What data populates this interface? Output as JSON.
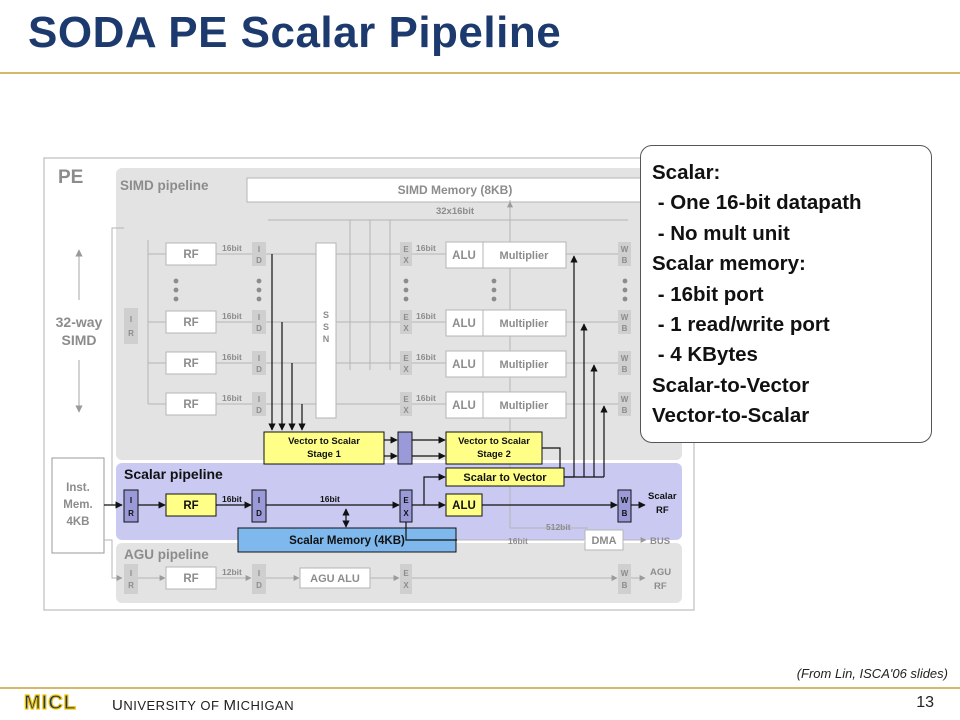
{
  "slide": {
    "title": "SODA PE Scalar Pipeline",
    "source_note": "(From Lin, ISCA'06 slides)",
    "page_number": "13",
    "university": {
      "u": "U",
      "niversity": "NIVERSITY OF ",
      "m": "M",
      "ichigan": "ICHIGAN"
    },
    "logo_text": "MICL"
  },
  "colors": {
    "title": "#1c3a6e",
    "rule": "#d6b86a",
    "gray_region": "#e3e3e3",
    "scalar_region": "#c9c9f2",
    "yellow_block": "#ffff88",
    "memory_block": "#7fb8ec",
    "logo_blue": "#1c3a6e",
    "logo_maize": "#f2c200"
  },
  "diagram": {
    "pe_label": "PE",
    "simd_way_label": [
      "32-way",
      "SIMD"
    ],
    "inst_mem_label": [
      "Inst.",
      "Mem.",
      "4KB"
    ],
    "simd": {
      "title": "SIMD pipeline",
      "memory": "SIMD Memory (8KB)",
      "bus_width": "32x16bit",
      "rf": "RF",
      "width": "16bit",
      "ir": [
        "I",
        "R"
      ],
      "id": [
        "I",
        "D"
      ],
      "ex": [
        "E",
        "X"
      ],
      "wb": [
        "W",
        "B"
      ],
      "ssn": [
        "S",
        "S",
        "N"
      ],
      "alu": "ALU",
      "multiplier": "Multiplier",
      "v2s_stage1": [
        "Vector to Scalar",
        "Stage 1"
      ],
      "v2s_stage2": [
        "Vector to Scalar",
        "Stage 2"
      ]
    },
    "scalar": {
      "title": "Scalar pipeline",
      "rf": "RF",
      "width_id": "16bit",
      "width_ex": "16bit",
      "s2v": "Scalar to Vector",
      "alu": "ALU",
      "memory": "Scalar Memory (4KB)",
      "rf_label": [
        "Scalar",
        "RF"
      ],
      "dma": "DMA",
      "bus": "BUS",
      "dma_width": "512bit",
      "bus_width": "16bit"
    },
    "agu": {
      "title": "AGU pipeline",
      "rf": "RF",
      "width": "12bit",
      "alu": "AGU ALU",
      "rf_label": [
        "AGU",
        "RF"
      ]
    }
  },
  "callout": {
    "lines": [
      "Scalar:",
      " - One 16-bit datapath",
      " - No mult unit",
      "Scalar memory:",
      " - 16bit port",
      " - 1 read/write port",
      " - 4 KBytes",
      "Scalar-to-Vector",
      "Vector-to-Scalar"
    ]
  }
}
